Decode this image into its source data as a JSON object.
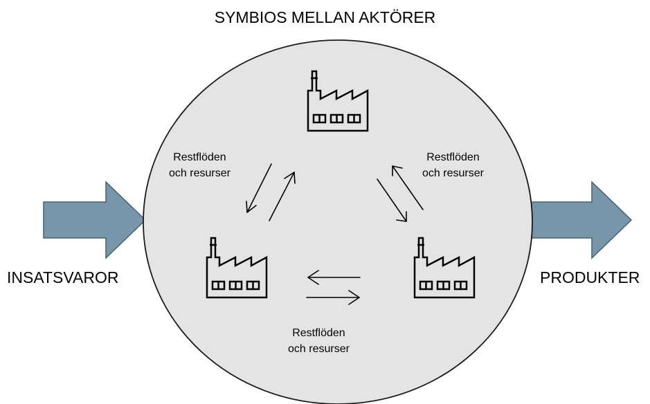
{
  "title": "SYMBIOS MELLAN AKTÖRER",
  "input_label": "INSATSVAROR",
  "output_label": "PRODUKTER",
  "flows": [
    {
      "line1": "Restflöden",
      "line2": "och resurser"
    },
    {
      "line1": "Restflöden",
      "line2": "och resurser"
    },
    {
      "line1": "Restflöden",
      "line2": "och resurser"
    }
  ],
  "actors": [
    {
      "icon": "factory-icon"
    },
    {
      "icon": "factory-icon"
    },
    {
      "icon": "factory-icon"
    }
  ],
  "colors": {
    "circle_fill": "#e4e4e4",
    "circle_stroke": "#1a1a1a",
    "arrow_fill": "#7896a9",
    "arrow_stroke": "#45606f"
  }
}
